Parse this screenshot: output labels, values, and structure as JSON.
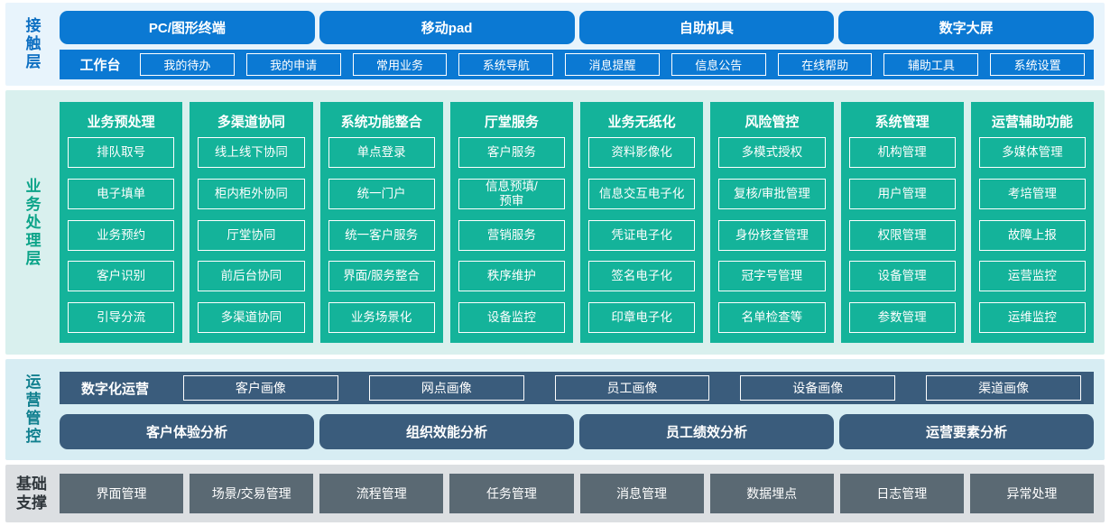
{
  "layers": {
    "contact": {
      "label": "接触层",
      "terminals": [
        "PC/图形终端",
        "移动pad",
        "自助机具",
        "数字大屏"
      ],
      "workbench": {
        "label": "工作台",
        "items": [
          "我的待办",
          "我的申请",
          "常用业务",
          "系统导航",
          "消息提醒",
          "信息公告",
          "在线帮助",
          "辅助工具",
          "系统设置"
        ]
      }
    },
    "business": {
      "label": "业务处理层",
      "columns": [
        {
          "title": "业务预处理",
          "items": [
            "排队取号",
            "电子填单",
            "业务预约",
            "客户识别",
            "引导分流"
          ]
        },
        {
          "title": "多渠道协同",
          "items": [
            "线上线下协同",
            "柜内柜外协同",
            "厅堂协同",
            "前后台协同",
            "多渠道协同"
          ]
        },
        {
          "title": "系统功能整合",
          "items": [
            "单点登录",
            "统一门户",
            "统一客户服务",
            "界面/服务整合",
            "业务场景化"
          ]
        },
        {
          "title": "厅堂服务",
          "items": [
            "客户服务",
            "信息预填/\n预审",
            "营销服务",
            "秩序维护",
            "设备监控"
          ]
        },
        {
          "title": "业务无纸化",
          "items": [
            "资料影像化",
            "信息交互电子化",
            "凭证电子化",
            "签名电子化",
            "印章电子化"
          ]
        },
        {
          "title": "风险管控",
          "items": [
            "多模式授权",
            "复核/审批管理",
            "身份核查管理",
            "冠字号管理",
            "名单检查等"
          ]
        },
        {
          "title": "系统管理",
          "items": [
            "机构管理",
            "用户管理",
            "权限管理",
            "设备管理",
            "参数管理"
          ]
        },
        {
          "title": "运营辅助功能",
          "items": [
            "多媒体管理",
            "考培管理",
            "故障上报",
            "运营监控",
            "运维监控"
          ]
        }
      ]
    },
    "operations": {
      "label": "运营管控",
      "digital": {
        "label": "数字化运营",
        "items": [
          "客户画像",
          "网点画像",
          "员工画像",
          "设备画像",
          "渠道画像"
        ]
      },
      "analysis": [
        "客户体验分析",
        "组织效能分析",
        "员工绩效分析",
        "运营要素分析"
      ]
    },
    "foundation": {
      "label": "基础支撑",
      "items": [
        "界面管理",
        "场景/交易管理",
        "流程管理",
        "任务管理",
        "消息管理",
        "数据埋点",
        "日志管理",
        "异常处理"
      ]
    }
  },
  "colors": {
    "accent_blue": "#0b79d3",
    "contact_bg": "#e8f4fc",
    "contact_label": "#0d6fc2",
    "teal_green": "#14b39a",
    "business_bg": "#d9f0ee",
    "business_label": "#0ca489",
    "slate_blue": "#3a5c7c",
    "operations_bg": "#d7edf3",
    "operations_label": "#11808f",
    "gray_button": "#5a6973",
    "foundation_bg": "#dcdfe2",
    "foundation_label": "#2f363b"
  }
}
